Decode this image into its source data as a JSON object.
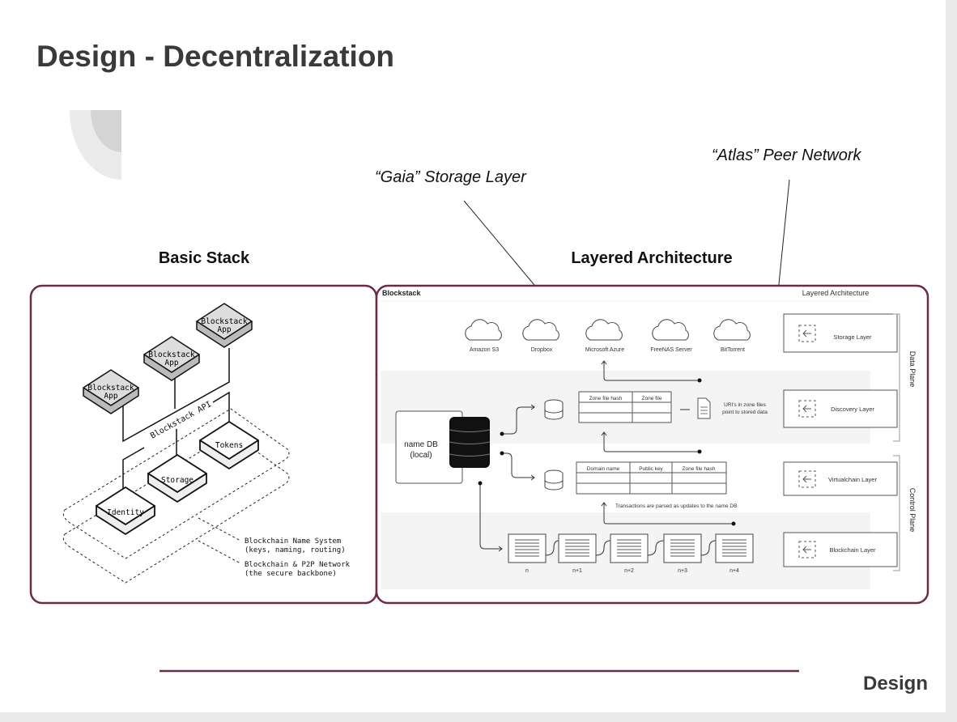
{
  "slide": {
    "title": "Design - Decentralization",
    "footer_label": "Design",
    "accent_color": "#6b2a4a"
  },
  "annotations": {
    "gaia": "“Gaia” Storage Layer",
    "atlas": "“Atlas” Peer Network"
  },
  "basic_stack": {
    "heading": "Basic Stack",
    "apps": [
      "Blockstack",
      "App"
    ],
    "api_label": "Blockstack API",
    "services": [
      "Identity",
      "Storage",
      "Tokens"
    ],
    "layer_bns": [
      "Blockchain Name System",
      "(keys, naming, routing)"
    ],
    "layer_network": [
      "Blockchain & P2P Network",
      "(the secure backbone)"
    ]
  },
  "layered": {
    "heading": "Layered Architecture",
    "brand": "Blockstack",
    "inner_title": "Layered Architecture",
    "clouds": [
      "Amazon S3",
      "Dropbox",
      "Microsoft Azure",
      "FreeNAS Server",
      "BitTorrent"
    ],
    "name_db": [
      "name DB",
      "(local)"
    ],
    "zone_table_headers": [
      "Zone file hash",
      "Zone file"
    ],
    "domain_table_headers": [
      "Domain name",
      "Public key",
      "Zone file hash"
    ],
    "uri_note": [
      "URI's in zone files",
      "point to stored data"
    ],
    "transactions_note": "Transactions are parsed as updates to the name DB",
    "blocks": [
      "n",
      "n+1",
      "n+2",
      "n+3",
      "n+4"
    ],
    "layers": [
      "Storage Layer",
      "Discovery Layer",
      "Virtualchain Layer",
      "Blockchain Layer"
    ],
    "planes": [
      "Data Plane",
      "Control Plane"
    ]
  }
}
